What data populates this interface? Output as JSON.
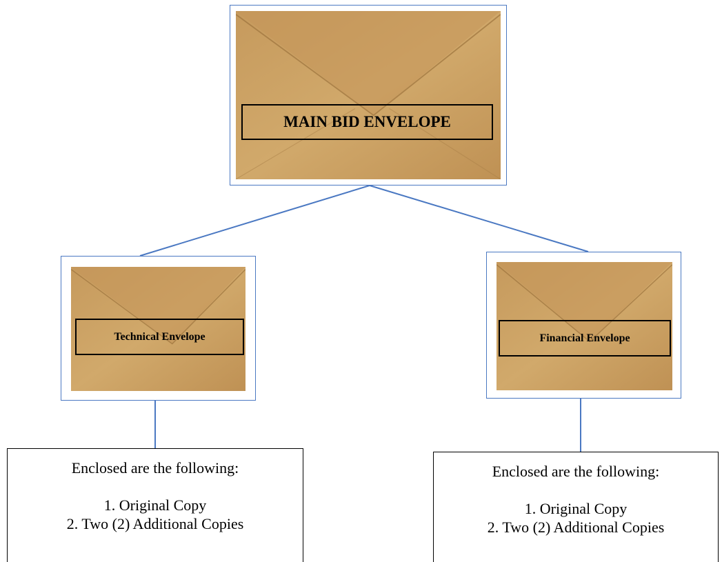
{
  "colors": {
    "connector": "#4a78c2",
    "frame_border": "#4a78c2",
    "envelope_paper": "#c9a061",
    "label_border": "#000000"
  },
  "main_envelope": {
    "label": "MAIN BID ENVELOPE",
    "icon": "envelope-icon"
  },
  "technical": {
    "envelope_label": "Technical Envelope",
    "icon": "envelope-icon",
    "contents": {
      "heading": "Enclosed are the following:",
      "items": [
        "1. Original Copy",
        "2. Two (2) Additional Copies"
      ]
    }
  },
  "financial": {
    "envelope_label": "Financial Envelope",
    "icon": "envelope-icon",
    "contents": {
      "heading": "Enclosed are the following:",
      "items": [
        "1. Original Copy",
        "2. Two (2) Additional Copies"
      ]
    }
  }
}
